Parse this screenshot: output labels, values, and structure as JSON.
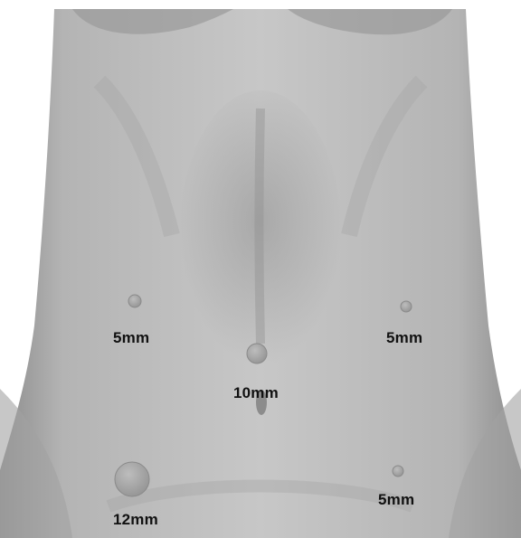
{
  "colors": {
    "skin_light": "#bdbdbd",
    "skin_mid": "#9e9e9e",
    "skin_shadow": "#7c7c7c",
    "port_fill": "#a9a9a9",
    "port_edge": "#8a8a8a",
    "label_text": "#111111"
  },
  "ports": [
    {
      "id": "left-upper",
      "label": "5mm"
    },
    {
      "id": "right-upper",
      "label": "5mm"
    },
    {
      "id": "umbilical",
      "label": "10mm"
    },
    {
      "id": "left-lower",
      "label": "12mm"
    },
    {
      "id": "right-lower",
      "label": "5mm"
    }
  ]
}
